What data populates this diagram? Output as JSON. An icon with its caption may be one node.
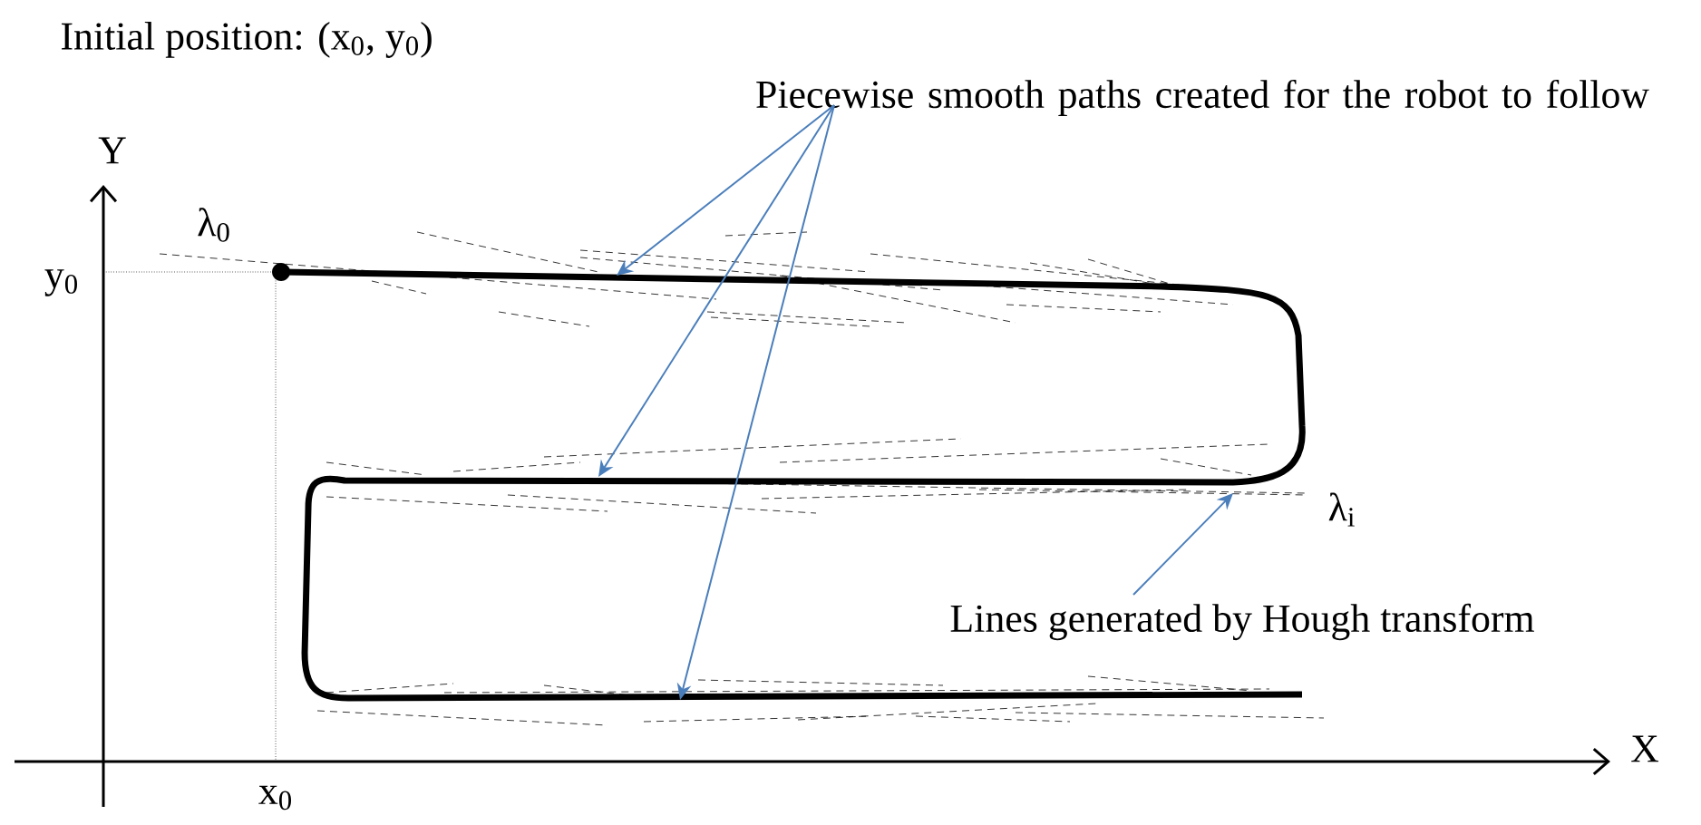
{
  "diagram": {
    "nodes": [
      {
        "text": [
          "Piecewise smooth paths created for the robot to follow"
        ]
      },
      {
        "text": [
          "Lines generated by Hough transform"
        ]
      }
    ],
    "edges": [
      {
        "from": 0,
        "to": null,
        "arrow": "to",
        "color": "#4a7ebb"
      },
      {
        "from": 0,
        "to": null,
        "arrow": "to",
        "color": "#4a7ebb"
      },
      {
        "from": 0,
        "to": null,
        "arrow": "to",
        "color": "#4a7ebb"
      },
      {
        "from": 1,
        "to": null,
        "arrow": "to",
        "color": "#4a7ebb"
      }
    ],
    "labels": [
      "Initial position: (x$_{0}$, y$_{0}$)",
      "Y",
      "λ$_{0}$",
      "y$_{0}$",
      "λ$_{i}$",
      "X",
      "x$_{0}$"
    ]
  }
}
